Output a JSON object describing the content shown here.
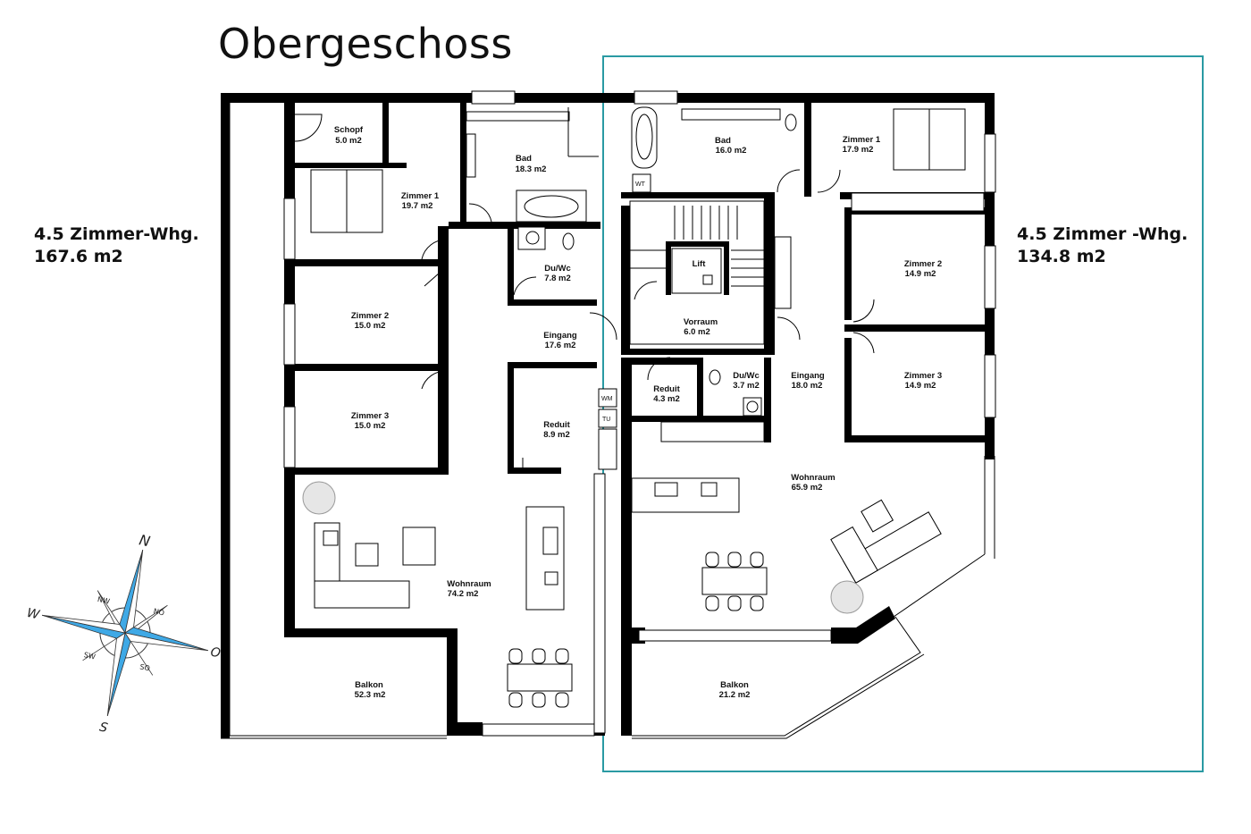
{
  "title": "Obergeschoss",
  "units": {
    "left": {
      "line1": "4.5 Zimmer-Whg.",
      "line2": "167.6 m2"
    },
    "right": {
      "line1": "4.5 Zimmer -Whg.",
      "line2": "134.8 m2"
    }
  },
  "rooms_left": [
    {
      "name": "Schopf",
      "area": "5.0 m2"
    },
    {
      "name": "Bad",
      "area": "18.3 m2"
    },
    {
      "name": "Zimmer 1",
      "area": "19.7 m2"
    },
    {
      "name": "Du/Wc",
      "area": "7.8 m2"
    },
    {
      "name": "Zimmer 2",
      "area": "15.0 m2"
    },
    {
      "name": "Eingang",
      "area": "17.6 m2"
    },
    {
      "name": "Zimmer 3",
      "area": "15.0 m2"
    },
    {
      "name": "Reduit",
      "area": "8.9 m2"
    },
    {
      "name": "Wohnraum",
      "area": "74.2 m2"
    },
    {
      "name": "Balkon",
      "area": "52.3 m2"
    }
  ],
  "rooms_right": [
    {
      "name": "Bad",
      "area": "16.0 m2"
    },
    {
      "name": "Zimmer 1",
      "area": "17.9 m2"
    },
    {
      "name": "Lift",
      "area": ""
    },
    {
      "name": "Zimmer 2",
      "area": "14.9 m2"
    },
    {
      "name": "Vorraum",
      "area": "6.0 m2"
    },
    {
      "name": "Reduit",
      "area": "4.3 m2"
    },
    {
      "name": "Du/Wc",
      "area": "3.7 m2"
    },
    {
      "name": "Eingang",
      "area": "18.0 m2"
    },
    {
      "name": "Zimmer 3",
      "area": "14.9 m2"
    },
    {
      "name": "Wohnraum",
      "area": "65.9 m2"
    },
    {
      "name": "Balkon",
      "area": "21.2 m2"
    }
  ],
  "appliance_labels": {
    "washer": "WM",
    "dryer": "TU",
    "wt": "WT"
  },
  "compass": {
    "n": "N",
    "s": "S",
    "w": "W",
    "o": "O",
    "nw": "NW",
    "no": "NO",
    "sw": "SW",
    "so": "SO"
  },
  "colors": {
    "highlight_frame": "#2a9aa3",
    "compass_blue": "#3fa9e6",
    "wall": "#000000"
  }
}
